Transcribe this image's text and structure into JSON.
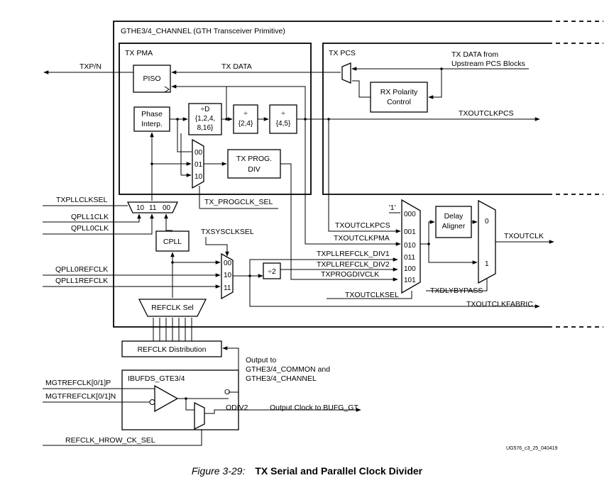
{
  "diagram": {
    "channel_title": "GTHE3/4_CHANNEL (GTH Transceiver Primitive)",
    "tx_pma_label": "TX PMA",
    "tx_pcs_label": "TX PCS",
    "piso": "PISO",
    "tx_data": "TX DATA",
    "tx_data_from_1": "TX DATA from",
    "tx_data_from_2": "Upstream PCS Blocks",
    "rx_polarity_1": "RX Polarity",
    "rx_polarity_2": "Control",
    "phase_interp_1": "Phase",
    "phase_interp_2": "Interp.",
    "div_d_1": "÷D",
    "div_d_2": "{1,2,4,",
    "div_d_3": "8,16}",
    "div24_1": "÷",
    "div24_2": "{2,4}",
    "div45_1": "÷",
    "div45_2": "{4,5}",
    "txoutclkpcs_right": "TXOUTCLKPCS",
    "txp_n": "TXP/N",
    "mux3_in_00": "00",
    "mux3_in_01": "01",
    "mux3_in_10": "10",
    "tx_prog_div_1": "TX PROG.",
    "tx_prog_div_2": "DIV",
    "txprogclk_sel": "TX_PROGCLK_SEL",
    "txpllclksel": "TXPLLCLKSEL",
    "qpll1clk": "QPLL1CLK",
    "qpll0clk": "QPLL0CLK",
    "pllmux_10": "10",
    "pllmux_11": "11",
    "pllmux_00": "00",
    "cpll": "CPLL",
    "txsysclksel": "TXSYSCLKSEL",
    "qpll0refclk": "QPLL0REFCLK",
    "qpll1refclk": "QPLL1REFCLK",
    "sysmux_00": "00",
    "sysmux_10": "10",
    "sysmux_11": "11",
    "div2": "÷2",
    "one_const": "'1'",
    "outmux_000": "000",
    "outmux_001": "001",
    "outmux_010": "010",
    "outmux_011": "011",
    "outmux_100": "100",
    "outmux_101": "101",
    "in_txoutclkpcs": "TXOUTCLKPCS",
    "in_txoutclkpma": "TXOUTCLKPMA",
    "in_txpllrefclk_div1": "TXPLLREFCLK_DIV1",
    "in_txpllrefclk_div2": "TXPLLREFCLK_DIV2",
    "in_txprogdivclk": "TXPROGDIVCLK",
    "txoutclksel": "TXOUTCLKSEL",
    "delay_aligner_1": "Delay",
    "delay_aligner_2": "Aligner",
    "bypmux_0": "0",
    "bypmux_1": "1",
    "txoutclk": "TXOUTCLK",
    "txdlybypass": "TXDLYBYPASS",
    "txoutclkfabric": "TXOUTCLKFABRIC",
    "refclk_sel": "REFCLK Sel",
    "refclk_distribution": "REFCLK Distribution",
    "output_to_1": "Output to",
    "output_to_2": "GTHE3/4_COMMON and",
    "output_to_3": "GTHE3/4_CHANNEL",
    "ibufds": "IBUFDS_GTE3/4",
    "mgtrefclk_p": "MGTREFCLK[0/1]P",
    "mgtrefclk_n": "MGTFREFCLK[0/1]N",
    "port_o": "O",
    "port_odiv2": "ODIV2",
    "output_clock_bufg": "Output Clock to BUFG_GT",
    "refclk_hrow_ck_sel": "REFCLK_HROW_CK_SEL",
    "figure_id": "UG576_c3_25_040419"
  },
  "caption": {
    "number": "Figure 3-29:",
    "title": "TX Serial and Parallel Clock Divider"
  }
}
